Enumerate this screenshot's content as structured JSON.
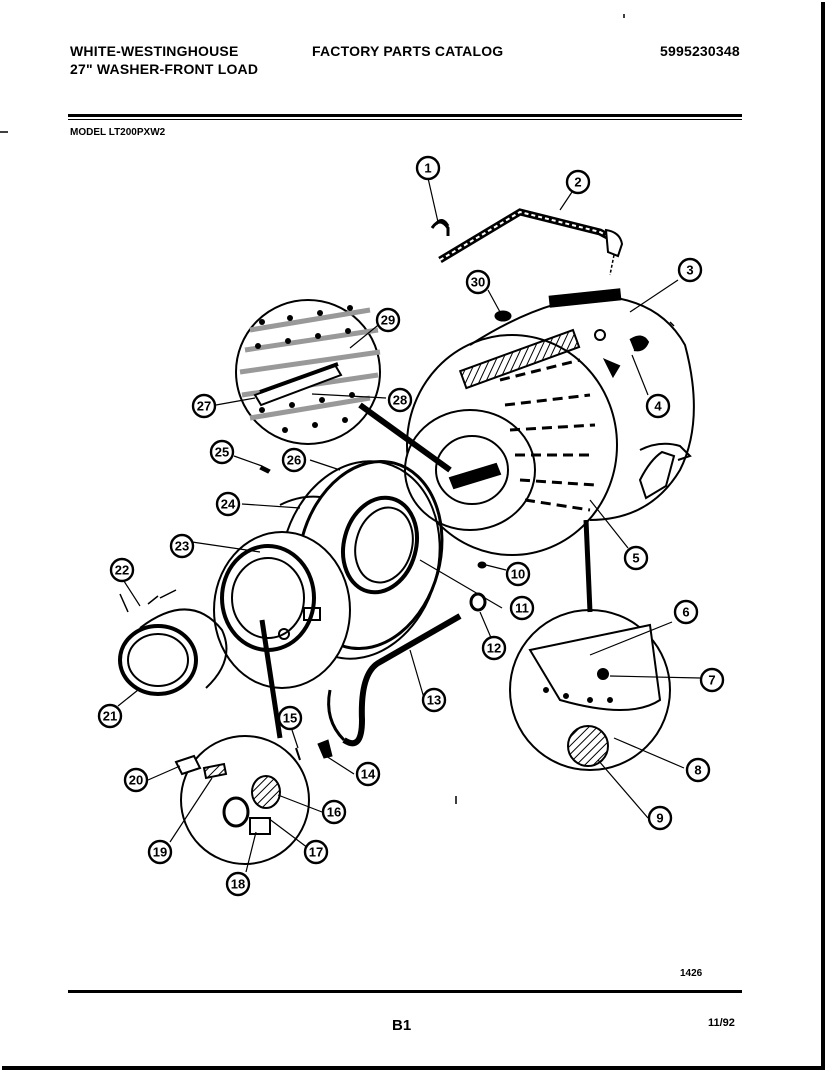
{
  "header": {
    "brand": "WHITE-WESTINGHOUSE",
    "product": "27\" WASHER-FRONT LOAD",
    "catalog_title": "FACTORY PARTS CATALOG",
    "catalog_number": "5995230348",
    "model_line": "MODEL LT200PXW2"
  },
  "footer": {
    "illustration_number": "1426",
    "page": "B1",
    "date": "11/92"
  },
  "callouts": [
    "1",
    "2",
    "3",
    "4",
    "5",
    "6",
    "7",
    "8",
    "9",
    "10",
    "11",
    "12",
    "13",
    "14",
    "15",
    "16",
    "17",
    "18",
    "19",
    "20",
    "21",
    "22",
    "23",
    "24",
    "25",
    "26",
    "27",
    "28",
    "29",
    "30"
  ]
}
